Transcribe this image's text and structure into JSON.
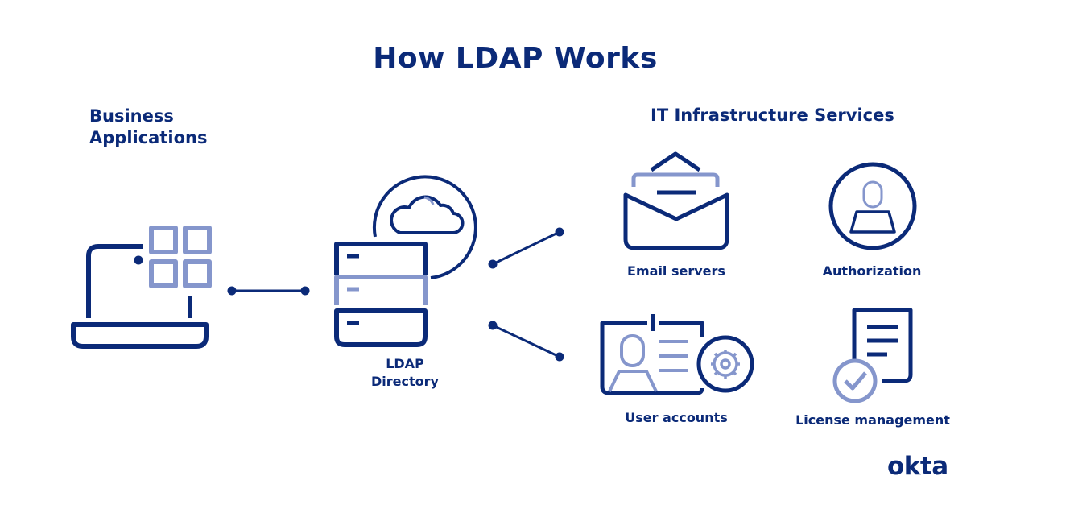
{
  "title": "How LDAP Works",
  "sections": {
    "business_applications": "Business Applications",
    "it_infrastructure": "IT Infrastructure Services"
  },
  "nodes": {
    "ldap_directory": "LDAP Directory",
    "email_servers": "Email servers",
    "authorization": "Authorization",
    "user_accounts": "User accounts",
    "license_management": "License management"
  },
  "icons": {
    "business_app": "laptop-with-app-grid-icon",
    "ldap": "server-stack-with-cloud-icon",
    "email": "open-envelope-icon",
    "authorization": "user-in-circle-icon",
    "user_accounts": "id-card-with-gear-icon",
    "license": "document-with-checkmark-icon"
  },
  "brand": {
    "logo_text": "okta"
  },
  "colors": {
    "primary": "#0b2a78",
    "secondary": "#8596cc",
    "background": "#ffffff"
  }
}
